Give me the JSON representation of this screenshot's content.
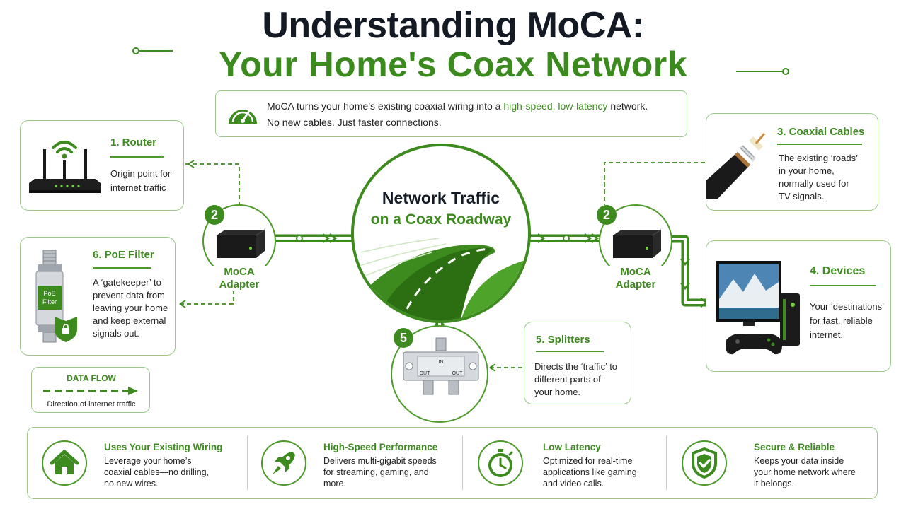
{
  "title": {
    "line1": "Understanding MoCA:",
    "line2": "Your Home's Coax Network"
  },
  "intro": {
    "text_before": "MoCA turns your home’s existing coaxial wiring into a ",
    "highlight": "high-speed, low-latency",
    "text_after": " network.",
    "line2": "No new cables. Just faster connections.",
    "icon": "speedometer-icon"
  },
  "center": {
    "title": "Network Traffic",
    "subtitle": "on a Coax Roadway"
  },
  "router": {
    "heading": "1. Router",
    "desc": [
      "Origin point for",
      "internet traffic"
    ],
    "icon": "router-icon"
  },
  "coax_cables": {
    "heading": "3. Coaxial Cables",
    "desc": [
      "The existing ‘roads’",
      "in your home,",
      "normally used for",
      "TV signals."
    ],
    "icon": "coax-cable-icon"
  },
  "adapter_left": {
    "badge": "2",
    "label_line1": "MoCA",
    "label_line2": "Adapter"
  },
  "adapter_right": {
    "badge": "2",
    "label_line1": "MoCA",
    "label_line2": "Adapter"
  },
  "poe_filter": {
    "heading": "6. PoE Filter",
    "desc": [
      "A ‘gatekeeper’ to",
      "prevent data from",
      "leaving your home",
      "and keep external",
      "signals out."
    ],
    "device_label_line1": "PoE",
    "device_label_line2": "Filter"
  },
  "devices": {
    "heading": "4. Devices",
    "desc": [
      "Your ‘destinations’",
      "for fast, reliable",
      "internet."
    ]
  },
  "splitter": {
    "badge": "5",
    "port_in": "IN",
    "port_out": "OUT",
    "heading": "5. Splitters",
    "desc": [
      "Directs the ‘traffic’ to",
      "different parts of",
      "your home."
    ]
  },
  "legend": {
    "title": "DATA FLOW",
    "caption": "Direction of internet traffic"
  },
  "features": [
    {
      "icon": "house-icon",
      "title": "Uses Your Existing Wiring",
      "desc": [
        "Leverage your home’s",
        "coaxial cables—no drilling,",
        "no new wires."
      ]
    },
    {
      "icon": "rocket-icon",
      "title": "High-Speed Performance",
      "desc": [
        "Delivers multi-gigabit speeds",
        "for streaming, gaming, and",
        "more."
      ]
    },
    {
      "icon": "stopwatch-icon",
      "title": "Low Latency",
      "desc": [
        "Optimized for real-time",
        "applications like gaming",
        "and video calls."
      ]
    },
    {
      "icon": "shield-check-icon",
      "title": "Secure & Reliable",
      "desc": [
        "Keeps your data inside",
        "your home network where",
        "it belongs."
      ]
    }
  ],
  "colors": {
    "accent": "#3d8a1f",
    "accent_light": "#9cc98a",
    "title_dark": "#141a24"
  }
}
